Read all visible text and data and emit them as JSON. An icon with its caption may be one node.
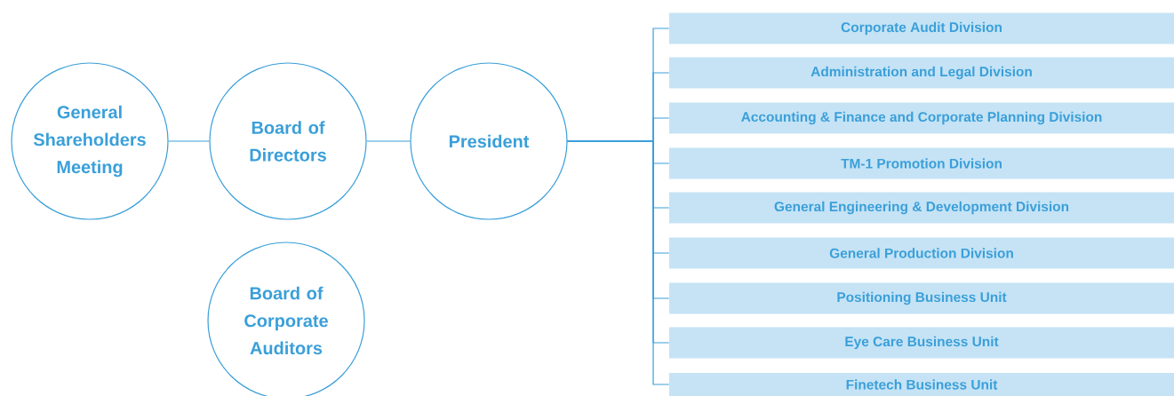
{
  "diagram": {
    "nodes": [
      {
        "text": [
          "General Shareholders Meeting"
        ]
      },
      {
        "text": [
          "Board of Directors"
        ]
      },
      {
        "text": [
          "President"
        ]
      },
      {
        "text": [
          "Board of Corporate Auditors"
        ]
      },
      {
        "text": [
          "Corporate Audit Division"
        ]
      },
      {
        "text": [
          "Administration and Legal Division"
        ]
      },
      {
        "text": [
          "Accounting & Finance and Corporate Planning Division"
        ]
      },
      {
        "text": [
          "TM-1 Promotion Division"
        ]
      },
      {
        "text": [
          "General Engineering & Development Division"
        ]
      },
      {
        "text": [
          "General Production Division"
        ]
      },
      {
        "text": [
          "Positioning Business Unit"
        ]
      },
      {
        "text": [
          "Eye Care Business Unit"
        ]
      },
      {
        "text": [
          "Finetech Business Unit"
        ]
      }
    ],
    "edges": [
      {
        "from": 0,
        "to": 1,
        "arrow": "none"
      },
      {
        "from": 1,
        "to": 2,
        "arrow": "none"
      },
      {
        "from": 2,
        "to": 4,
        "arrow": "none"
      },
      {
        "from": 2,
        "to": 5,
        "arrow": "none"
      },
      {
        "from": 2,
        "to": 6,
        "arrow": "none"
      },
      {
        "from": 2,
        "to": 7,
        "arrow": "none"
      },
      {
        "from": 2,
        "to": 8,
        "arrow": "none"
      },
      {
        "from": 2,
        "to": 9,
        "arrow": "none"
      },
      {
        "from": 2,
        "to": 10,
        "arrow": "none"
      },
      {
        "from": 2,
        "to": 11,
        "arrow": "none"
      },
      {
        "from": 2,
        "to": 12,
        "arrow": "none"
      }
    ]
  }
}
